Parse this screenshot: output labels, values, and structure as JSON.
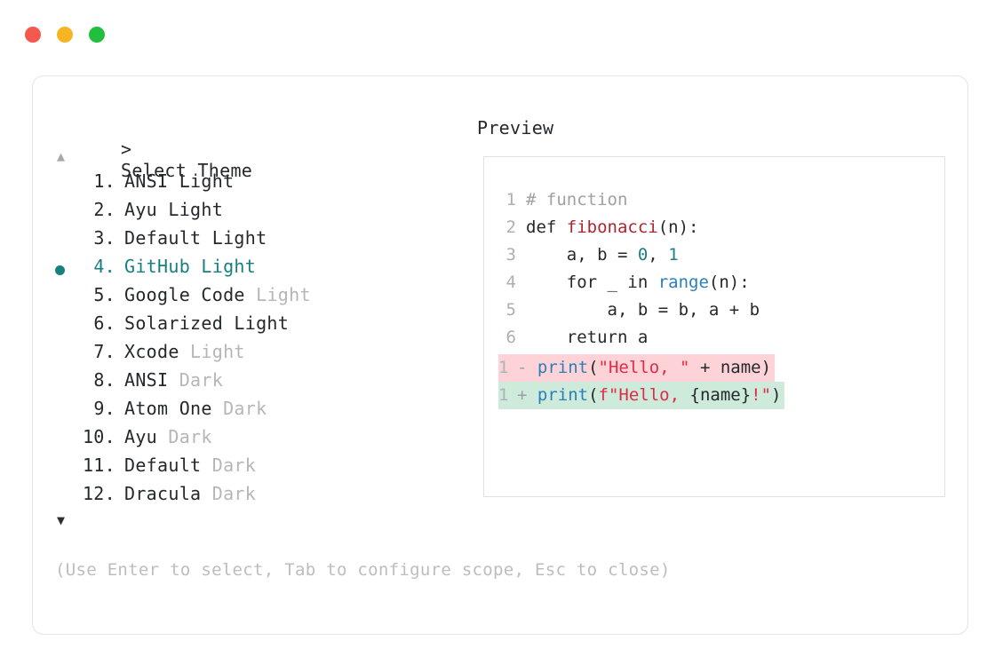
{
  "window": {
    "dots": [
      {
        "name": "close",
        "color": "#f5584f"
      },
      {
        "name": "minimize",
        "color": "#f7b524"
      },
      {
        "name": "maximize",
        "color": "#22bf3e"
      }
    ]
  },
  "prompt": {
    "caret": ">",
    "title": "Select Theme",
    "scroll_up": "▲",
    "scroll_down": "▼"
  },
  "preview": {
    "heading": "Preview"
  },
  "theme_list": {
    "selected_index": 4,
    "selected_color": "#17807e",
    "mode_tag_color": "#b6b6b6",
    "items": [
      {
        "index": "1.",
        "name": "ANSI Light",
        "mode": "",
        "selected": false
      },
      {
        "index": "2.",
        "name": "Ayu Light",
        "mode": "",
        "selected": false
      },
      {
        "index": "3.",
        "name": "Default Light",
        "mode": "",
        "selected": false
      },
      {
        "index": "4.",
        "name": "GitHub Light",
        "mode": "",
        "selected": true
      },
      {
        "index": "5.",
        "name": "Google Code",
        "mode": "Light",
        "selected": false
      },
      {
        "index": "6.",
        "name": "Solarized Light",
        "mode": "",
        "selected": false
      },
      {
        "index": "7.",
        "name": "Xcode",
        "mode": "Light",
        "selected": false
      },
      {
        "index": "8.",
        "name": "ANSI",
        "mode": "Dark",
        "selected": false
      },
      {
        "index": "9.",
        "name": "Atom One",
        "mode": "Dark",
        "selected": false
      },
      {
        "index": "10.",
        "name": "Ayu",
        "mode": "Dark",
        "selected": false
      },
      {
        "index": "11.",
        "name": "Default",
        "mode": "Dark",
        "selected": false
      },
      {
        "index": "12.",
        "name": "Dracula",
        "mode": "Dark",
        "selected": false
      }
    ]
  },
  "code_preview": {
    "lines": [
      {
        "num": "1",
        "tokens": [
          {
            "t": "# function",
            "c": "tok-comment"
          }
        ]
      },
      {
        "num": "2",
        "tokens": [
          {
            "t": "def ",
            "c": "tok-kw"
          },
          {
            "t": "fibonacci",
            "c": "tok-fn"
          },
          {
            "t": "(n):",
            "c": "tok-plain"
          }
        ]
      },
      {
        "num": "3",
        "tokens": [
          {
            "t": "    a, b = ",
            "c": "tok-plain"
          },
          {
            "t": "0",
            "c": "tok-num"
          },
          {
            "t": ", ",
            "c": "tok-plain"
          },
          {
            "t": "1",
            "c": "tok-num"
          }
        ]
      },
      {
        "num": "4",
        "tokens": [
          {
            "t": "    for _ in ",
            "c": "tok-plain"
          },
          {
            "t": "range",
            "c": "tok-builtin"
          },
          {
            "t": "(n):",
            "c": "tok-plain"
          }
        ]
      },
      {
        "num": "5",
        "tokens": [
          {
            "t": "        a, b = b, a + b",
            "c": "tok-plain"
          }
        ]
      },
      {
        "num": "6",
        "tokens": [
          {
            "t": "    return a",
            "c": "tok-plain"
          }
        ]
      }
    ],
    "diff": [
      {
        "num": "1",
        "sign": "-",
        "kind": "del",
        "tokens": [
          {
            "t": "print",
            "c": "tok-call"
          },
          {
            "t": "(",
            "c": "tok-plain"
          },
          {
            "t": "\"Hello, \"",
            "c": "tok-str"
          },
          {
            "t": " + name)",
            "c": "tok-plain"
          }
        ]
      },
      {
        "num": "1",
        "sign": "+",
        "kind": "add",
        "tokens": [
          {
            "t": "print",
            "c": "tok-call"
          },
          {
            "t": "(",
            "c": "tok-plain"
          },
          {
            "t": "f\"Hello, ",
            "c": "tok-str"
          },
          {
            "t": "{name}",
            "c": "tok-plain"
          },
          {
            "t": "!\"",
            "c": "tok-str"
          },
          {
            "t": ")",
            "c": "tok-plain"
          }
        ]
      }
    ],
    "colors": {
      "deleted_bg": "#fdd3d7",
      "added_bg": "#cdeadb",
      "comment": "#9ba1a6",
      "function": "#b02430",
      "number": "#1b7f86",
      "builtin": "#2a7fba",
      "string": "#e02a46"
    }
  },
  "hint": {
    "text": "(Use Enter to select, Tab to configure scope, Esc to close)"
  }
}
